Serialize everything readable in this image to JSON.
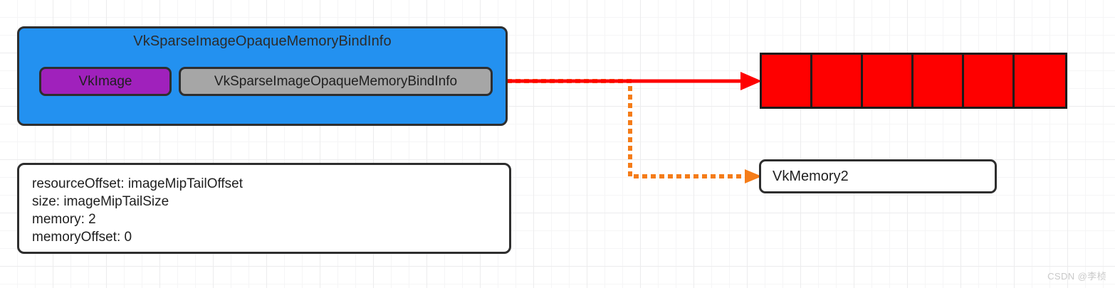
{
  "diagram": {
    "title": "VkSparseImageOpaqueMemoryBindInfo diagram",
    "colors": {
      "container_fill": "#2391f0",
      "image_chip_fill": "#a021bc",
      "bindinfo_chip_fill": "#a6a6a6",
      "memory_block_fill": "#fe0000",
      "stroke": "#2e2e2e",
      "red_arrow": "#fe0000",
      "orange_arrow": "#f57c18",
      "grid_minor": "#f5f5f6",
      "grid_major": "#ececed"
    }
  },
  "bind_info_box": {
    "title": "VkSparseImageOpaqueMemoryBindInfo",
    "image_chip_label": "VkImage",
    "bindinfo_chip_label": "VkSparseImageOpaqueMemoryBindInfo"
  },
  "details_box": {
    "lines": [
      "resourceOffset: imageMipTailOffset",
      "size: imageMipTailSize",
      "memory: 2",
      "memoryOffset: 0"
    ]
  },
  "memory_blocks": {
    "count": 6,
    "blocks": [
      "",
      "",
      "",
      "",
      "",
      ""
    ]
  },
  "memory_object": {
    "label": "VkMemory2"
  },
  "connectors": [
    {
      "name": "bindinfo-to-memory-blocks",
      "style": "solid",
      "color": "#fe0000"
    },
    {
      "name": "bindinfo-to-vkmemory2",
      "style": "dotted",
      "color": "#f57c18"
    }
  ],
  "watermark": {
    "text": "CSDN @李桢"
  }
}
